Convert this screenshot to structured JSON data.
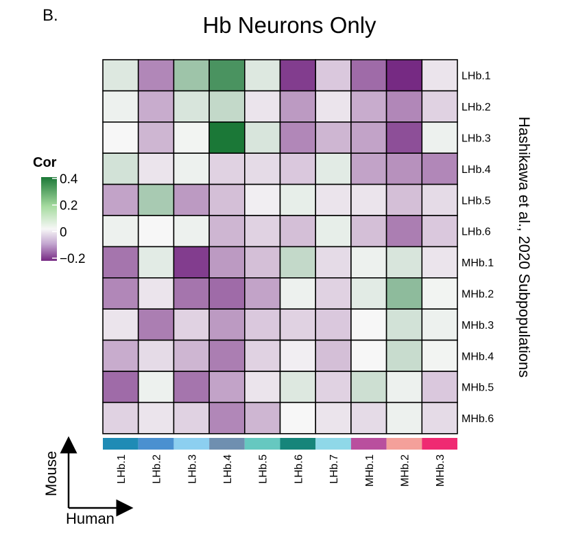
{
  "panel_label": "B.",
  "chart_data": {
    "type": "heatmap",
    "title": "Hb Neurons Only",
    "xlabel": "Human",
    "ylabel": "Mouse",
    "right_label": "Hashikawa et al., 2020 Subpopulations",
    "legend": {
      "title": "Cor",
      "ticks": [
        0.4,
        0.2,
        0,
        -0.2
      ],
      "tick_labels": [
        "0.4",
        "0.2",
        "0",
        "−0.2"
      ],
      "range": [
        -0.22,
        0.42
      ],
      "low_color": "#762a83",
      "mid_color": "#f7f7f7",
      "high_color": "#1b7837"
    },
    "columns": [
      "LHb.1",
      "LHb.2",
      "LHb.3",
      "LHb.4",
      "LHb.5",
      "LHb.6",
      "LHb.7",
      "MHb.1",
      "MHb.2",
      "MHb.3"
    ],
    "column_colors": [
      "#1f8bb5",
      "#4a90d0",
      "#8ccff0",
      "#6f8fb0",
      "#66c8c0",
      "#16857a",
      "#8fd8e8",
      "#b94f9e",
      "#f4a09a",
      "#ef2a72"
    ],
    "rows": [
      "LHb.1",
      "LHb.2",
      "LHb.3",
      "LHb.4",
      "LHb.5",
      "LHb.6",
      "MHb.1",
      "MHb.2",
      "MHb.3",
      "MHb.4",
      "MHb.5",
      "MHb.6"
    ],
    "values": [
      [
        0.05,
        -0.12,
        0.17,
        0.33,
        0.05,
        -0.2,
        -0.05,
        -0.15,
        -0.22,
        -0.02
      ],
      [
        0.02,
        -0.08,
        0.06,
        0.1,
        -0.02,
        -0.1,
        -0.02,
        -0.08,
        -0.12,
        -0.04
      ],
      [
        0.0,
        -0.07,
        0.01,
        0.42,
        0.06,
        -0.12,
        -0.07,
        -0.09,
        -0.18,
        0.02
      ],
      [
        0.07,
        -0.02,
        0.02,
        -0.04,
        -0.03,
        -0.05,
        0.04,
        -0.09,
        -0.11,
        -0.12
      ],
      [
        -0.09,
        0.15,
        -0.1,
        -0.06,
        -0.01,
        0.03,
        -0.02,
        -0.02,
        -0.06,
        -0.03
      ],
      [
        0.02,
        0.0,
        0.02,
        -0.07,
        -0.04,
        -0.06,
        0.03,
        -0.06,
        -0.13,
        -0.05
      ],
      [
        -0.14,
        0.04,
        -0.2,
        -0.1,
        -0.06,
        0.1,
        -0.03,
        0.02,
        0.06,
        -0.02
      ],
      [
        -0.12,
        -0.02,
        -0.14,
        -0.15,
        -0.09,
        0.02,
        -0.04,
        0.04,
        0.2,
        0.01
      ],
      [
        -0.02,
        -0.13,
        -0.04,
        -0.1,
        -0.05,
        -0.04,
        -0.05,
        0.0,
        0.07,
        0.02
      ],
      [
        -0.08,
        -0.03,
        -0.07,
        -0.13,
        -0.04,
        -0.01,
        -0.06,
        0.0,
        0.09,
        0.01
      ],
      [
        -0.15,
        0.02,
        -0.14,
        -0.09,
        -0.02,
        0.05,
        -0.04,
        0.08,
        0.02,
        -0.05
      ],
      [
        -0.04,
        -0.02,
        -0.04,
        -0.12,
        -0.07,
        0.0,
        -0.02,
        -0.03,
        0.02,
        -0.03
      ]
    ]
  }
}
